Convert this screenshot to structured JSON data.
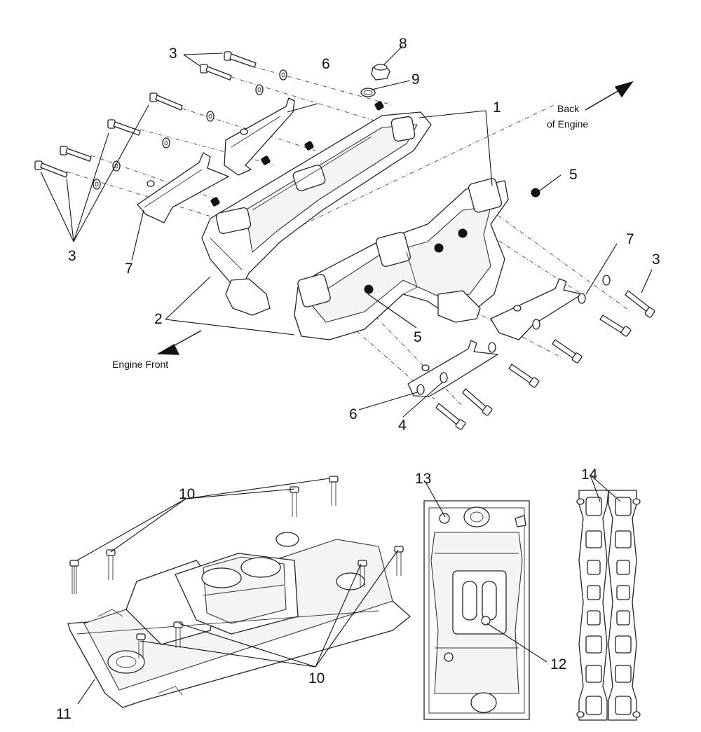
{
  "callouts": {
    "c1": "1",
    "c2": "2",
    "c3a": "3",
    "c3b": "3",
    "c3c": "3",
    "c4": "4",
    "c5a": "5",
    "c5b": "5",
    "c6a": "6",
    "c6b": "6",
    "c7a": "7",
    "c7b": "7",
    "c8": "8",
    "c9": "9",
    "c10a": "10",
    "c10b": "10",
    "c11": "11",
    "c12": "12",
    "c13": "13",
    "c14": "14"
  },
  "captions": {
    "back_line1": "Back",
    "back_line2": "of Engine",
    "front": "Engine Front"
  },
  "colors": {
    "line": "#222222",
    "background": "#ffffff"
  }
}
